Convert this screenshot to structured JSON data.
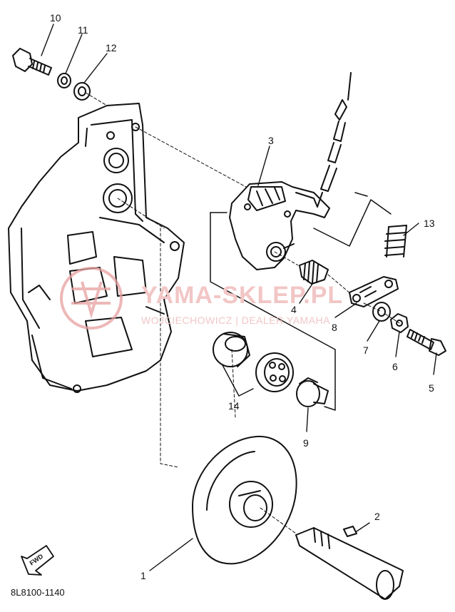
{
  "diagram": {
    "part_code": "8L8100-1140",
    "fwd_label": "FWD",
    "watermark": {
      "title": "YAMA-SKLEP.PL",
      "subtitle": "WOJCIECHOWICZ | DEALER YAMAHA",
      "color": "#e8a0a0"
    },
    "callouts": {
      "c1": "1",
      "c2": "2",
      "c3": "3",
      "c4": "4",
      "c5": "5",
      "c6": "6",
      "c7": "7",
      "c8": "8",
      "c9": "9",
      "c10": "10",
      "c11": "11",
      "c12": "12",
      "c13": "13",
      "c14": "14"
    }
  }
}
